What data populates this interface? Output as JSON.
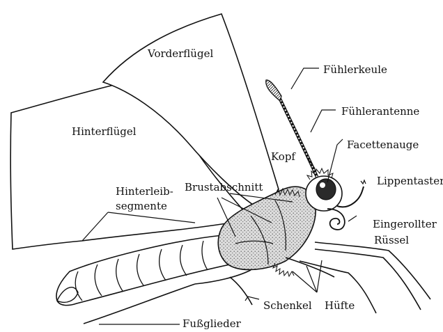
{
  "diagram": {
    "labels": {
      "vorderfluegel": "Vorderflügel",
      "hinterfluegel": "Hinterflügel",
      "fuehlerkeule": "Fühlerkeule",
      "fuehlerantenne": "Fühlerantenne",
      "facettenauge": "Facettenauge",
      "kopf": "Kopf",
      "lippentaster": "Lippentaster",
      "brustabschnitt": "Brustabschnitt",
      "hinterleib_line1": "Hinterleib-",
      "hinterleib_line2": "segmente",
      "ruessel_line1": "Eingerollter",
      "ruessel_line2": "Rüssel",
      "schenkel": "Schenkel",
      "huefte": "Hüfte",
      "fussglieder": "Fußglieder"
    },
    "colors": {
      "ink": "#111111",
      "stipple_fill": "#d4d4d4",
      "background": "#ffffff"
    }
  }
}
